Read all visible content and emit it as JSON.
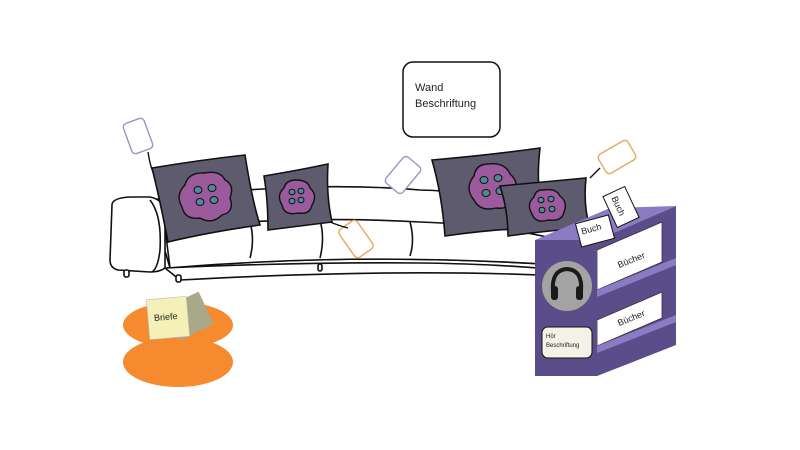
{
  "wall_label": {
    "line1": "Wand",
    "line2": "Beschriftung"
  },
  "table_note": "Briefe",
  "shelf": {
    "book_card_1": "Buch",
    "book_card_2": "Buch",
    "shelf_label_1": "Bücher",
    "shelf_label_2": "Bücher",
    "audio_label_line1": "Hör",
    "audio_label_line2": "Beschriftung",
    "audio_icon": "headphones-icon"
  },
  "colors": {
    "shelf_purple": "#5b4d8a",
    "shelf_light": "#8a7bc4",
    "pillow": "#5f5b6e",
    "flower": "#9b5a9b",
    "dots": "#4f8a9a",
    "table": "#f58a2e",
    "tag_purple": "#9a93c4",
    "tag_orange": "#e8a65a"
  }
}
